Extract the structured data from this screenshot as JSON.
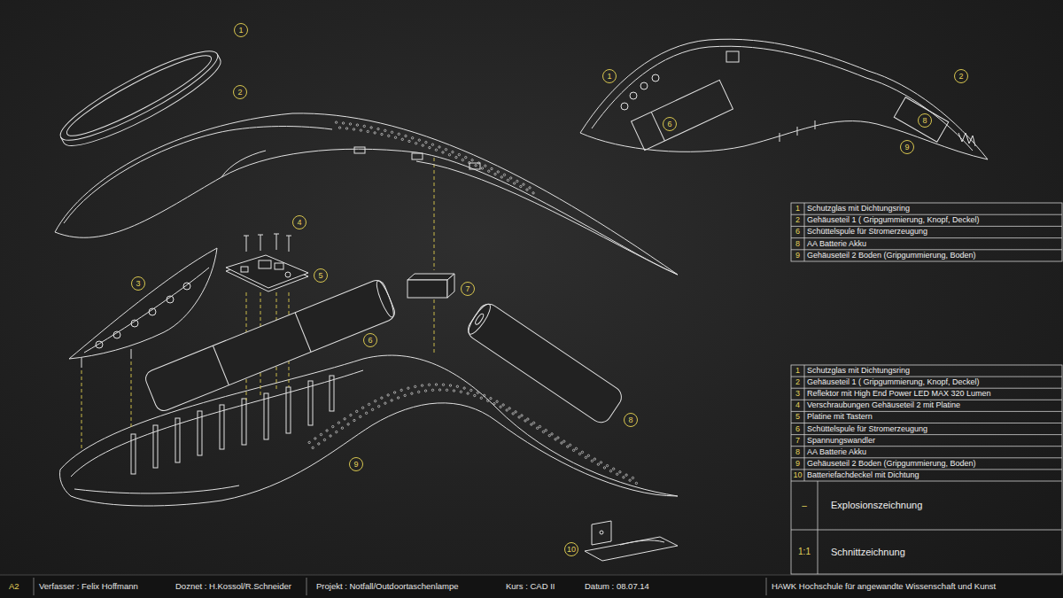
{
  "diagram": {
    "labels": [
      "1",
      "2",
      "4",
      "5",
      "3",
      "7",
      "6",
      "8",
      "9",
      "10",
      "1",
      "2",
      "6",
      "8",
      "9",
      "1",
      "Schutzglas mit Dichtungsring",
      "2",
      "Gehäuseteil 1 ( Gripgummierung, Knopf, Deckel)",
      "6",
      "Schüttelspule für Stromerzeugung",
      "8",
      "AA Batterie Akku",
      "9",
      "Gehäuseteil 2 Boden (Gripgummierung, Boden)",
      "1",
      "Schutzglas mit Dichtungsring",
      "2",
      "Gehäuseteil 1 ( Gripgummierung, Knopf, Deckel)",
      "3",
      "Reflektor mit High End Power LED MAX 320 Lumen",
      "4",
      "Verschraubungen Gehäuseteil 2 mit Platine",
      "5",
      "Platine mit Tastern",
      "6",
      "Schüttelspule für Stromerzeugung",
      "7",
      "Spannungswandler",
      "8",
      "AA Batterie Akku",
      "9",
      "Gehäuseteil 2 Boden (Gripgummierung, Boden)",
      "10",
      "Batteriefachdeckel mit Dichtung",
      "–",
      "Explosionszeichnung",
      "1:1",
      "Schnittzeichnung",
      "A2",
      "Verfasser : Felix Hoffmann",
      "Doznet : H.Kossol/R.Schneider",
      "Projekt : Notfall/Outdoortaschenlampe",
      "Kurs : CAD II",
      "Datum : 08.07.14",
      "HAWK Hochschule für angewandte Wissenschaft und Kunst"
    ]
  }
}
